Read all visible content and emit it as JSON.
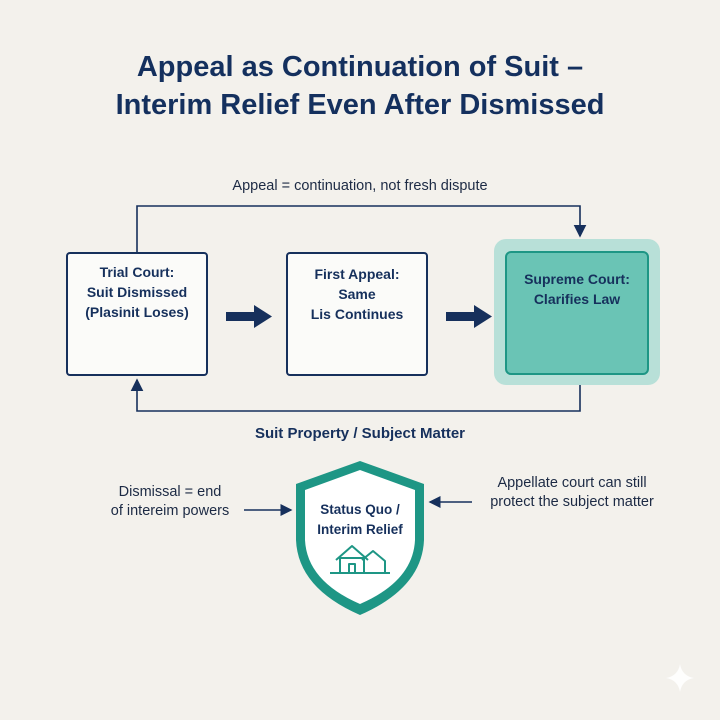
{
  "title": {
    "line1": "Appeal as Continuation of Suit –",
    "line2": "Interim Relief Even After Dismissed"
  },
  "flow": {
    "top_label": "Appeal = continuation, not fresh dispute",
    "bottom_label": "Suit Property / Subject Matter"
  },
  "boxes": {
    "trial": {
      "line1": "Trial Court:",
      "line2": "Suit Dismissed",
      "line3": "(Plasinit Loses)",
      "icon": "red-x-icon"
    },
    "appeal": {
      "line1": "First Appeal: Same",
      "line2": "Lis Continues",
      "icon": "book-icon"
    },
    "supreme": {
      "line1": "Supreme Court:",
      "line2": "Clarifies Law",
      "icon": "scales-icon"
    }
  },
  "shield": {
    "line1": "Status Quo /",
    "line2": "Interim Relief",
    "icon": "house-icon"
  },
  "notes": {
    "left": {
      "line1": "Dismissal = end",
      "line2": "of intereim powers"
    },
    "right": {
      "line1": "Appellate court can still",
      "line2": "protect the subject matter"
    }
  },
  "colors": {
    "navy": "#16305c",
    "teal": "#1e9685",
    "teal_fill": "#6ac4b5",
    "red": "#e0342c",
    "background": "#f3f1ec"
  }
}
